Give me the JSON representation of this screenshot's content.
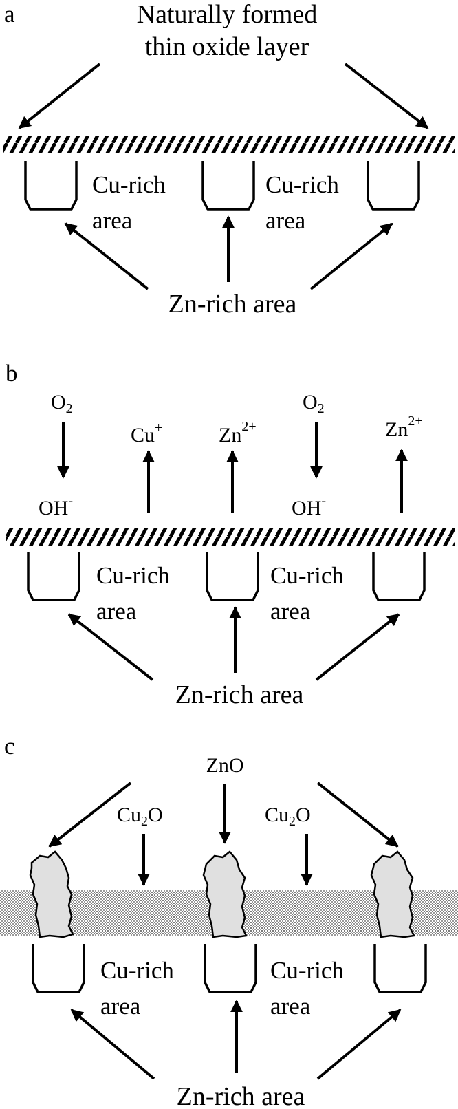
{
  "panels": {
    "a": {
      "letter": "a",
      "title_line1": "Naturally formed",
      "title_line2": "thin oxide layer",
      "cu_rich_1": "Cu-rich",
      "area_1": "area",
      "cu_rich_2": "Cu-rich",
      "area_2": "area",
      "zn_rich": "Zn-rich area"
    },
    "b": {
      "letter": "b",
      "o2_left": "O",
      "o2_left_sub": "2",
      "oh_left": "OH",
      "oh_left_sup": "-",
      "cu_ion": "Cu",
      "cu_ion_sup": "+",
      "zn_ion_mid": "Zn",
      "zn_ion_mid_sup": "2+",
      "o2_right": "O",
      "o2_right_sub": "2",
      "oh_right": "OH",
      "oh_right_sup": "-",
      "zn_ion_right": "Zn",
      "zn_ion_right_sup": "2+",
      "cu_rich_1": "Cu-rich",
      "area_1": "area",
      "cu_rich_2": "Cu-rich",
      "area_2": "area",
      "zn_rich": "Zn-rich area"
    },
    "c": {
      "letter": "c",
      "zno": "ZnO",
      "cu2o_left": "Cu",
      "cu2o_left_sub": "2",
      "cu2o_left_end": "O",
      "cu2o_right": "Cu",
      "cu2o_right_sub": "2",
      "cu2o_right_end": "O",
      "cu_rich_1": "Cu-rich",
      "area_1": "area",
      "cu_rich_2": "Cu-rich",
      "area_2": "area",
      "zn_rich": "Zn-rich area"
    }
  }
}
